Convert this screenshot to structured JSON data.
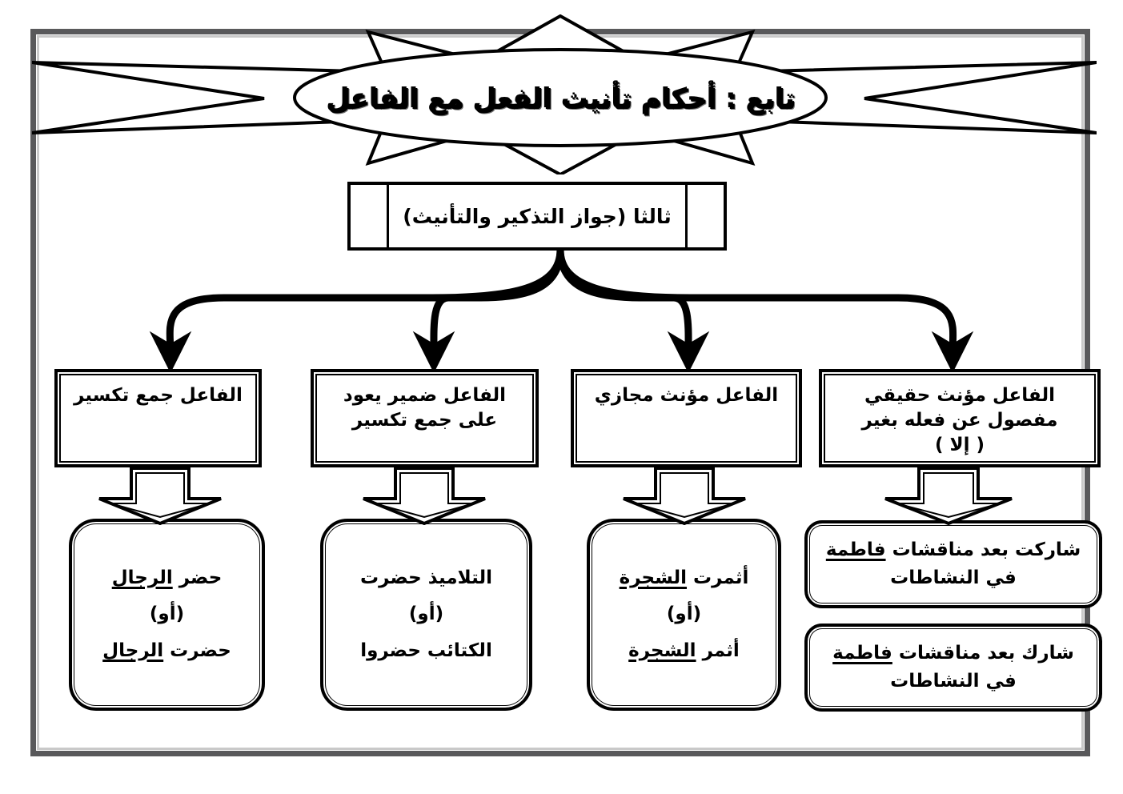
{
  "title": {
    "text": "تابع : أحكام تأنيث الفعل مع الفاعل",
    "shape": "starburst-ellipse"
  },
  "main_box": {
    "text": "ثالثا (جواز التذكير والتأنيث)"
  },
  "categories": [
    {
      "id": "cat-1",
      "text": "الفاعل جمع تكسير"
    },
    {
      "id": "cat-2",
      "text": "الفاعل ضمير يعود\nعلى جمع تكسير"
    },
    {
      "id": "cat-3",
      "text": "الفاعل مؤنث مجازي"
    },
    {
      "id": "cat-4",
      "text": "الفاعل مؤنث حقيقي\nمفصول عن فعله بغير\n( إلا )"
    }
  ],
  "examples": [
    {
      "id": "ex-1",
      "lines": [
        {
          "prefix": "حضر ",
          "underlined": "الرجال",
          "suffix": ""
        },
        {
          "prefix": "(أو)",
          "underlined": "",
          "suffix": ""
        },
        {
          "prefix": "حضرت ",
          "underlined": "الرجال",
          "suffix": ""
        }
      ]
    },
    {
      "id": "ex-2",
      "lines": [
        {
          "prefix": "التلاميذ حضرت",
          "underlined": "",
          "suffix": ""
        },
        {
          "prefix": "(أو)",
          "underlined": "",
          "suffix": ""
        },
        {
          "prefix": "الكتائب حضروا",
          "underlined": "",
          "suffix": ""
        }
      ]
    },
    {
      "id": "ex-3",
      "lines": [
        {
          "prefix": "أثمرت ",
          "underlined": "الشجرة",
          "suffix": ""
        },
        {
          "prefix": "(أو)",
          "underlined": "",
          "suffix": ""
        },
        {
          "prefix": "أثمر ",
          "underlined": "الشجرة",
          "suffix": ""
        }
      ]
    },
    {
      "id": "ex-4a",
      "lines": [
        {
          "prefix": "شاركت بعد مناقشات ",
          "underlined": "فاطمة",
          "suffix": ""
        },
        {
          "prefix": "في النشاطات",
          "underlined": "",
          "suffix": ""
        }
      ]
    },
    {
      "id": "ex-4b",
      "lines": [
        {
          "prefix": "شارك بعد مناقشات ",
          "underlined": "فاطمة",
          "suffix": ""
        },
        {
          "prefix": "في النشاطات",
          "underlined": "",
          "suffix": ""
        }
      ]
    }
  ],
  "colors": {
    "ink": "#000000",
    "frame_outer": "#59595b",
    "frame_inner": "#c9c9c9",
    "page": "#ffffff"
  }
}
